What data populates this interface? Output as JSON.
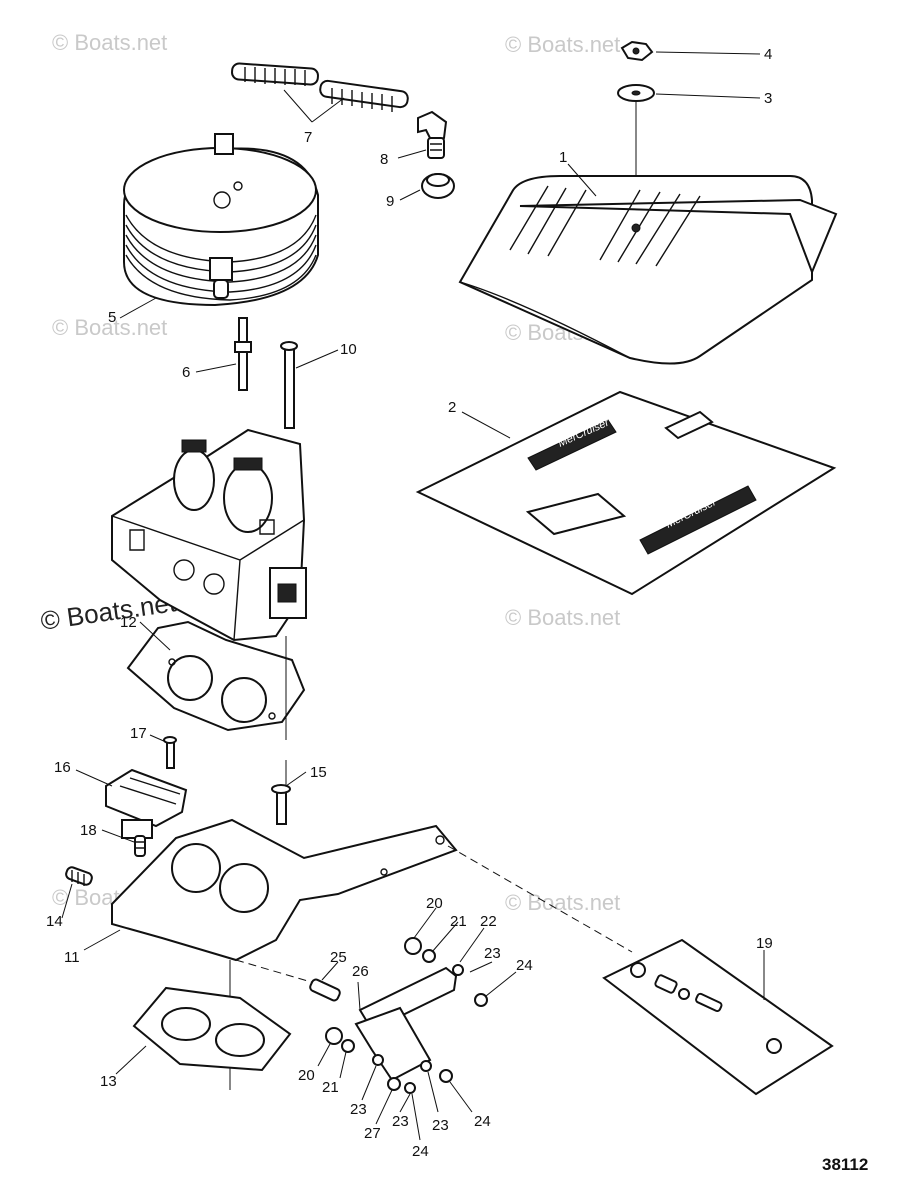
{
  "watermark_text": "© Boats.net",
  "figure_number": "38112",
  "logo_text": "MerCruiser",
  "callouts": {
    "c1": "1",
    "c2": "2",
    "c3": "3",
    "c4": "4",
    "c5": "5",
    "c6": "6",
    "c7": "7",
    "c8": "8",
    "c9": "9",
    "c10": "10",
    "c11": "11",
    "c12": "12",
    "c13": "13",
    "c14": "14",
    "c15": "15",
    "c16": "16",
    "c17": "17",
    "c18": "18",
    "c19": "19",
    "c20a": "20",
    "c20b": "20",
    "c21a": "21",
    "c21b": "21",
    "c22": "22",
    "c23a": "23",
    "c23b": "23",
    "c23c": "23",
    "c23d": "23",
    "c24a": "24",
    "c24b": "24",
    "c24c": "24",
    "c25": "25",
    "c26": "26",
    "c27": "27"
  }
}
